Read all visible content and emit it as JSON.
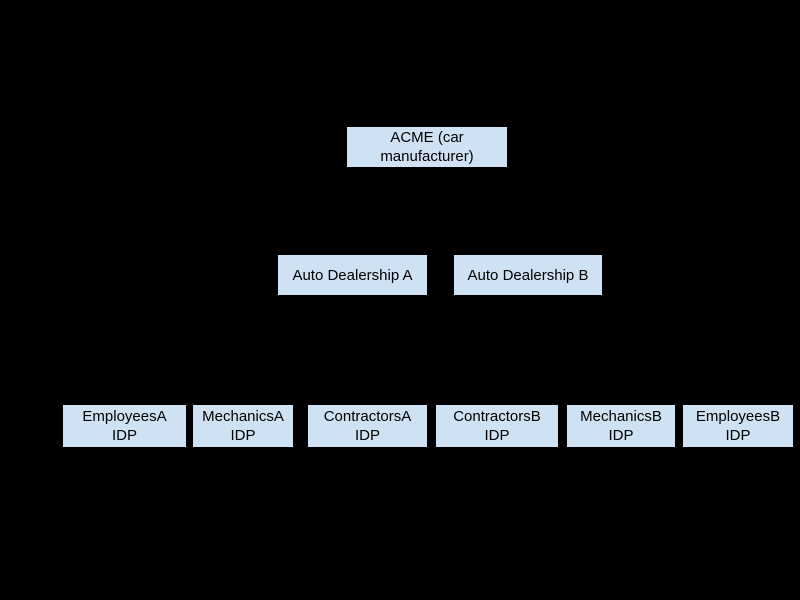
{
  "diagram": {
    "type": "hierarchy",
    "colors": {
      "background": "#000000",
      "node_fill": "#cfe2f3",
      "node_text": "#000000"
    },
    "nodes": [
      {
        "id": "acme",
        "label": "ACME (car\nmanufacturer)",
        "level": 0
      },
      {
        "id": "auto-dealership-a",
        "label": "Auto Dealership A",
        "level": 1
      },
      {
        "id": "auto-dealership-b",
        "label": "Auto Dealership B",
        "level": 1
      },
      {
        "id": "employees-a-idp",
        "label": "EmployeesA\nIDP",
        "level": 2
      },
      {
        "id": "mechanics-a-idp",
        "label": "MechanicsA\nIDP",
        "level": 2
      },
      {
        "id": "contractors-a-idp",
        "label": "ContractorsA\nIDP",
        "level": 2
      },
      {
        "id": "contractors-b-idp",
        "label": "ContractorsB\nIDP",
        "level": 2
      },
      {
        "id": "mechanics-b-idp",
        "label": "MechanicsB\nIDP",
        "level": 2
      },
      {
        "id": "employees-b-idp",
        "label": "EmployeesB\nIDP",
        "level": 2
      }
    ]
  }
}
